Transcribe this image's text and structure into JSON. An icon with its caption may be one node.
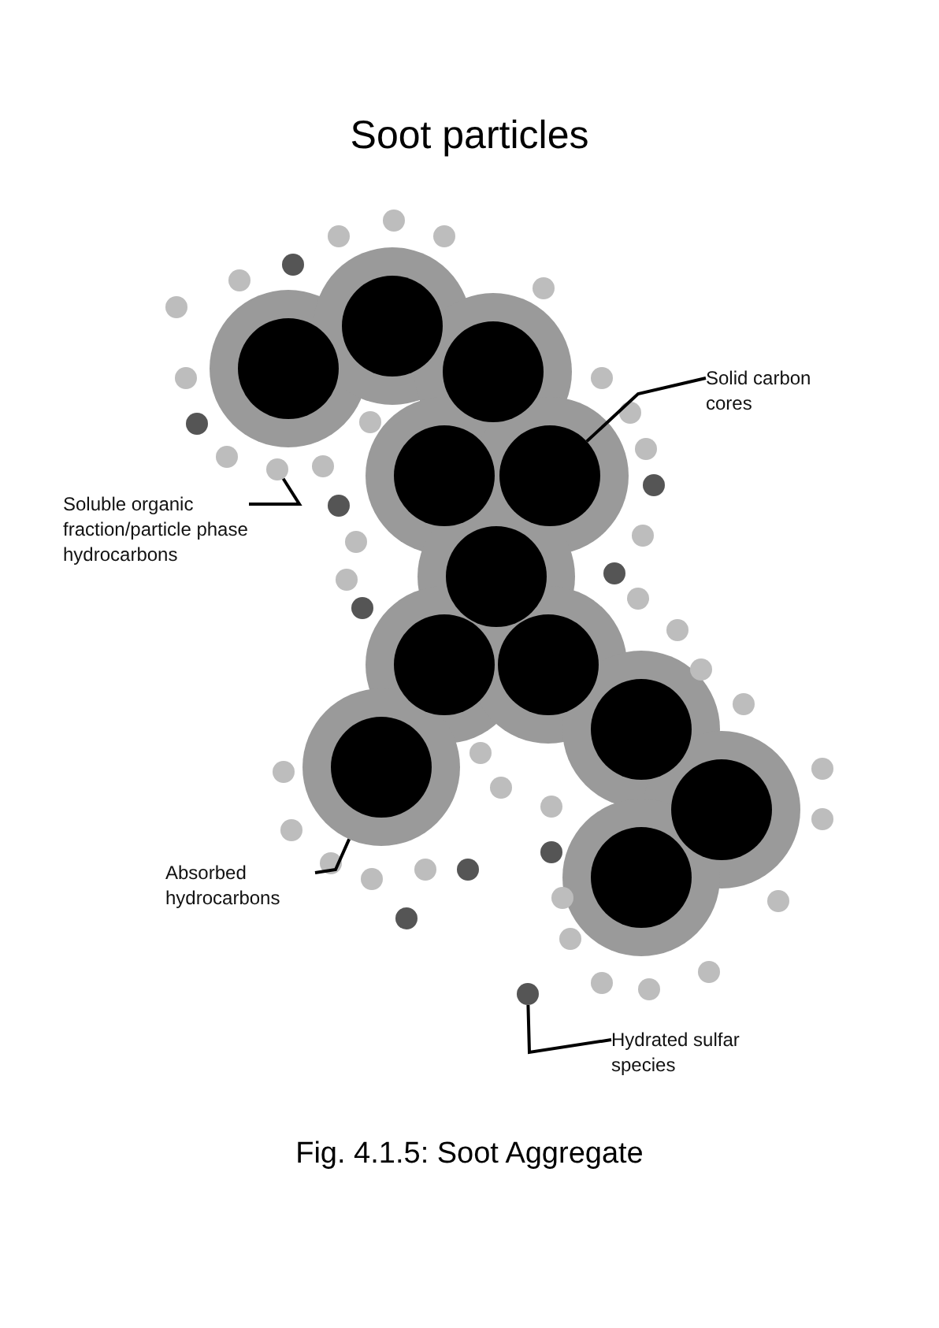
{
  "diagram": {
    "title": "Soot particles",
    "caption": "Fig. 4.1.5: Soot Aggregate",
    "nodes": [
      {
        "text": [
          "Solid carbon cores"
        ]
      },
      {
        "text": [],
        "shape": "circle"
      },
      {
        "text": [
          "Soluble organic fraction/particle phase hydrocarbons"
        ]
      },
      {
        "text": [],
        "shape": "circle"
      },
      {
        "text": [
          "Absorbed hydrocarbons"
        ]
      },
      {
        "text": [],
        "shape": "circle"
      },
      {
        "text": [
          "Hydrated sulfar species"
        ]
      },
      {
        "text": [],
        "shape": "circle"
      }
    ],
    "edges": [
      {
        "from": 0,
        "to": 1,
        "arrow": "none"
      },
      {
        "from": 2,
        "to": 3,
        "arrow": "none"
      },
      {
        "from": 4,
        "to": 5,
        "arrow": "none"
      },
      {
        "from": 6,
        "to": 7,
        "arrow": "none"
      }
    ]
  }
}
